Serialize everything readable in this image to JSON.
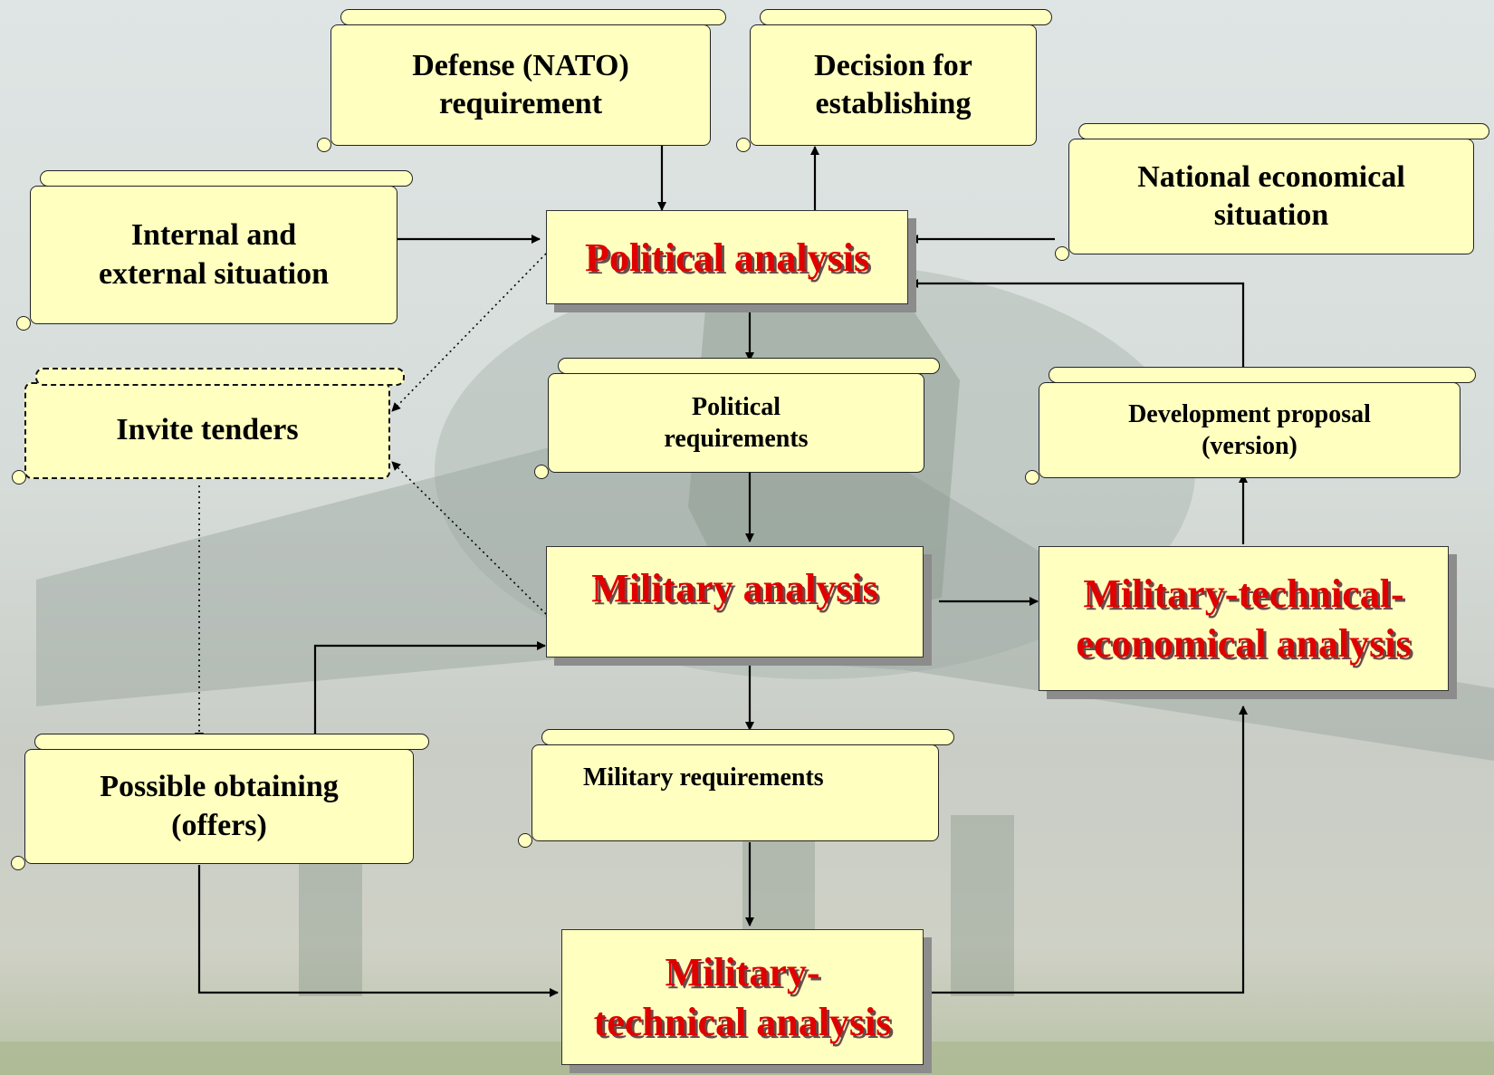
{
  "diagram": {
    "nodes": {
      "defense_requirement": {
        "lines": [
          "Defense (NATO)",
          "requirement"
        ]
      },
      "decision_establishing": {
        "lines": [
          "Decision for",
          "establishing"
        ]
      },
      "national_economical": {
        "lines": [
          "National economical",
          "situation"
        ]
      },
      "internal_external": {
        "lines": [
          "Internal and",
          "external situation"
        ]
      },
      "political_analysis": {
        "lines": [
          "Political analysis"
        ]
      },
      "invite_tenders": {
        "lines": [
          "Invite tenders"
        ]
      },
      "political_requirements": {
        "lines": [
          "Political",
          "requirements"
        ]
      },
      "development_proposal": {
        "lines": [
          "Development proposal",
          "(version)"
        ]
      },
      "military_analysis": {
        "lines": [
          "Military analysis"
        ]
      },
      "mte_analysis": {
        "lines": [
          "Military-technical-",
          "economical analysis"
        ]
      },
      "possible_obtaining": {
        "lines": [
          "Possible obtaining",
          "(offers)"
        ]
      },
      "military_requirements": {
        "lines": [
          "Military requirements"
        ]
      },
      "mt_analysis": {
        "lines": [
          "Military-",
          "technical analysis"
        ]
      }
    },
    "colors": {
      "box_fill": "#ffffc0",
      "analysis_text": "#e00000",
      "label_text": "#000000"
    }
  }
}
